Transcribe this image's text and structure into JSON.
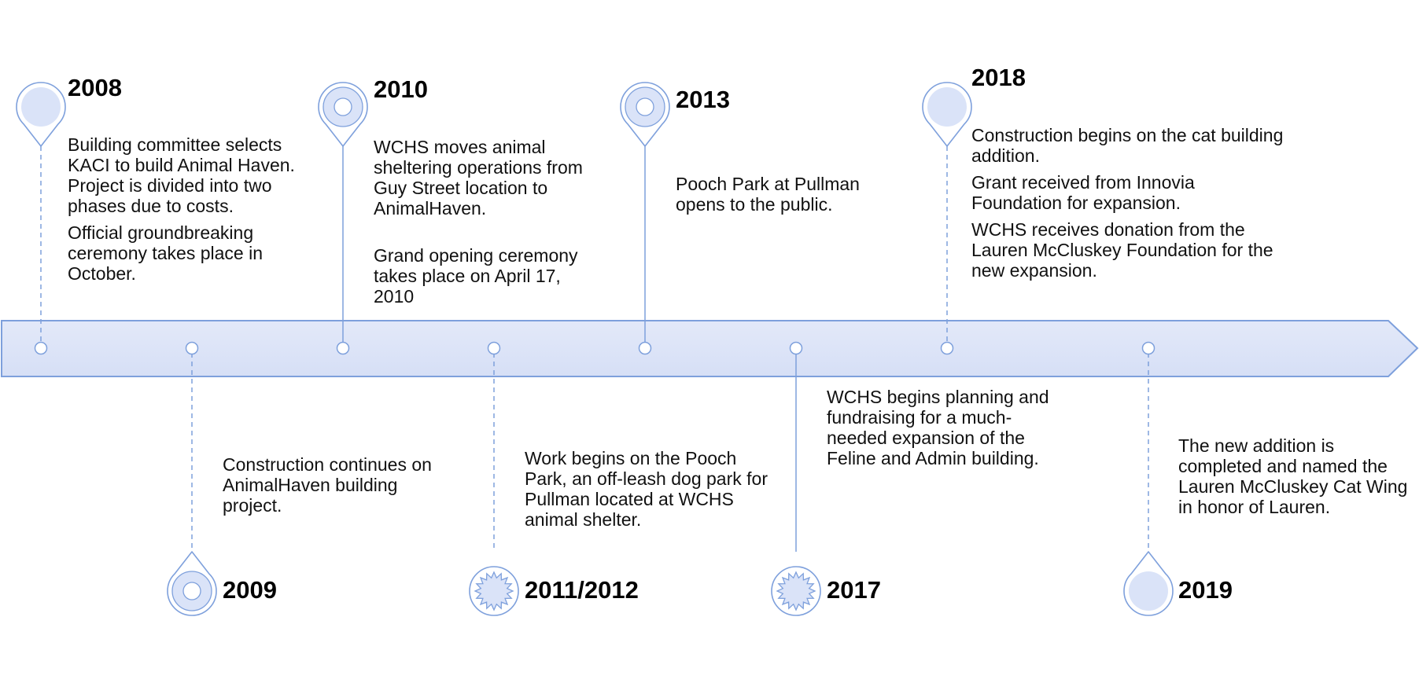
{
  "colors": {
    "arrow_fill": "#dce4f8",
    "stroke": "#7ea0dc",
    "marker_fill": "#dae3f8",
    "dot_fill": "#ffffff"
  },
  "milestones": [
    {
      "year": "2008",
      "side": "top",
      "icon": "teardrop-pin-icon",
      "connector": "dashed",
      "paragraphs": [
        "Building committee selects KACI to build Animal Haven. Project is divided into two phases due to costs.",
        "Official groundbreaking ceremony takes place in October."
      ]
    },
    {
      "year": "2009",
      "side": "bottom",
      "icon": "ring-pin-icon",
      "connector": "dashed",
      "paragraphs": [
        "Construction continues on AnimalHaven building project."
      ]
    },
    {
      "year": "2010",
      "side": "top",
      "icon": "ring-pin-icon",
      "connector": "solid",
      "paragraphs": [
        "WCHS moves animal sheltering operations from Guy Street location to AnimalHaven.",
        "Grand opening ceremony takes place on April 17, 2010"
      ]
    },
    {
      "year": "2011/2012",
      "side": "bottom",
      "icon": "starburst-badge-icon",
      "connector": "dashed",
      "paragraphs": [
        "Work begins on the Pooch Park, an off-leash dog park for Pullman located at WCHS animal shelter."
      ]
    },
    {
      "year": "2013",
      "side": "top",
      "icon": "ring-pin-icon",
      "connector": "solid",
      "paragraphs": [
        "Pooch Park at Pullman opens to the public."
      ]
    },
    {
      "year": "2017",
      "side": "bottom",
      "icon": "starburst-badge-icon",
      "connector": "solid",
      "paragraphs": [
        "WCHS begins planning and fundraising for a much-needed expansion of the Feline and Admin building."
      ]
    },
    {
      "year": "2018",
      "side": "top",
      "icon": "teardrop-pin-icon",
      "connector": "dashed",
      "paragraphs": [
        "Construction begins on the cat building addition.",
        "Grant received from Innovia Foundation for expansion.",
        "WCHS receives donation from the Lauren McCluskey Foundation for the new expansion."
      ]
    },
    {
      "year": "2019",
      "side": "bottom",
      "icon": "teardrop-pin-icon",
      "connector": "dashed",
      "paragraphs": [
        "The new addition is completed and named the Lauren McCluskey Cat Wing in honor of Lauren."
      ]
    }
  ]
}
